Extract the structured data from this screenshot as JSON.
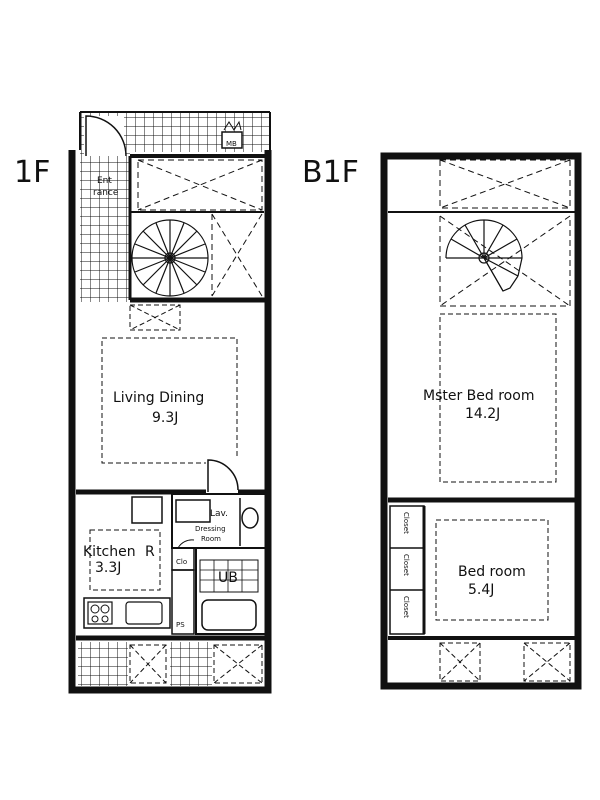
{
  "floor_1f": {
    "label": "1F",
    "entrance": [
      "Ent",
      "rance"
    ],
    "water_meter": "MB",
    "living_dining": {
      "name": "Living Dining",
      "size": "9.3J"
    },
    "lavatory": "Lav.",
    "dressing_room": [
      "Dressing",
      "Room"
    ],
    "kitchen": {
      "name": "Kitchen",
      "mark": "R",
      "size": "3.3J"
    },
    "closet_small": "Clo",
    "unit_bath": "UB",
    "pipe_space": "PS"
  },
  "floor_b1f": {
    "label": "B1F",
    "master_bedroom": {
      "name": "Mster Bed room",
      "size": "14.2J"
    },
    "bedroom": {
      "name": "Bed room",
      "size": "5.4J"
    },
    "closets": [
      "Closet",
      "Closet",
      "Closet"
    ]
  }
}
